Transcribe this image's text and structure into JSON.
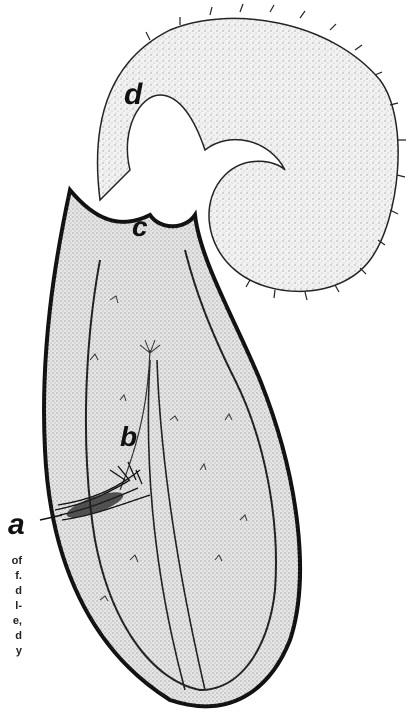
{
  "figure": {
    "labels": {
      "a": "a",
      "b": "b",
      "c": "c",
      "d": "d"
    },
    "caption_fragments": [
      "of",
      "f.",
      "d",
      "l-",
      "e,",
      "d",
      "y"
    ]
  },
  "colors": {
    "ink": "#111111",
    "tissue": "#e8e8e8",
    "background": "#ffffff"
  }
}
